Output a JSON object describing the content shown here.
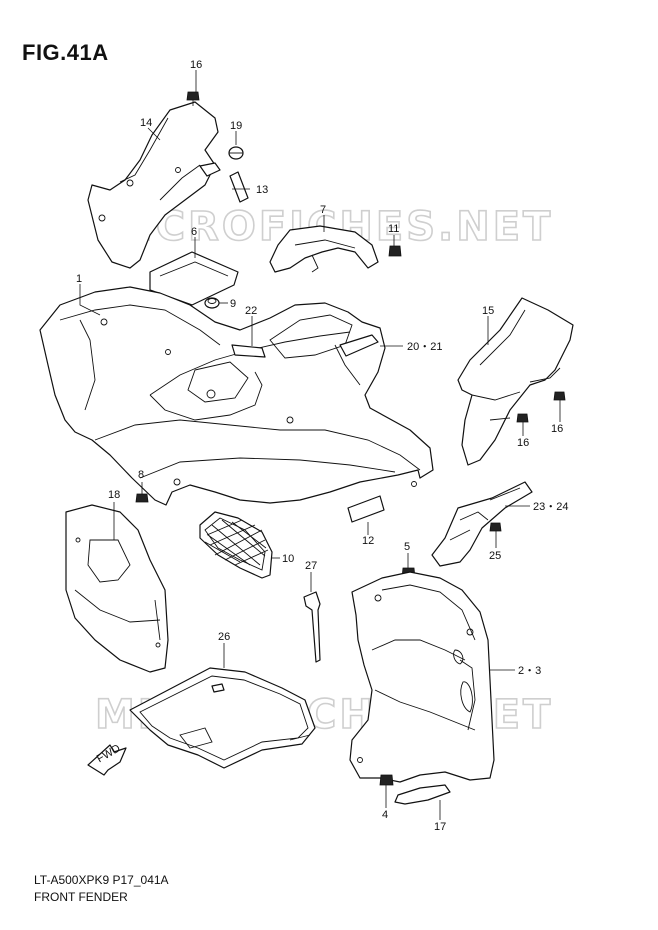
{
  "figure": {
    "title": "FIG.41A",
    "model_code": "LT-A500XPK9 P17_041A",
    "caption": "FRONT FENDER"
  },
  "watermark": "MICROFICHES.NET",
  "fwd_label": "FWD",
  "callouts": [
    {
      "id": "16a",
      "text": "16"
    },
    {
      "id": "14",
      "text": "14"
    },
    {
      "id": "19",
      "text": "19"
    },
    {
      "id": "13",
      "text": "13"
    },
    {
      "id": "7",
      "text": "7"
    },
    {
      "id": "6",
      "text": "6"
    },
    {
      "id": "11",
      "text": "11"
    },
    {
      "id": "1",
      "text": "1"
    },
    {
      "id": "9",
      "text": "9"
    },
    {
      "id": "22",
      "text": "22"
    },
    {
      "id": "20-21",
      "text": "20・21"
    },
    {
      "id": "15",
      "text": "15"
    },
    {
      "id": "16b",
      "text": "16"
    },
    {
      "id": "16c",
      "text": "16"
    },
    {
      "id": "8",
      "text": "8"
    },
    {
      "id": "18",
      "text": "18"
    },
    {
      "id": "23-24",
      "text": "23・24"
    },
    {
      "id": "12",
      "text": "12"
    },
    {
      "id": "10",
      "text": "10"
    },
    {
      "id": "5",
      "text": "5"
    },
    {
      "id": "25",
      "text": "25"
    },
    {
      "id": "27",
      "text": "27"
    },
    {
      "id": "26",
      "text": "26"
    },
    {
      "id": "2-3",
      "text": "2・3"
    },
    {
      "id": "4",
      "text": "4"
    },
    {
      "id": "17",
      "text": "17"
    }
  ]
}
